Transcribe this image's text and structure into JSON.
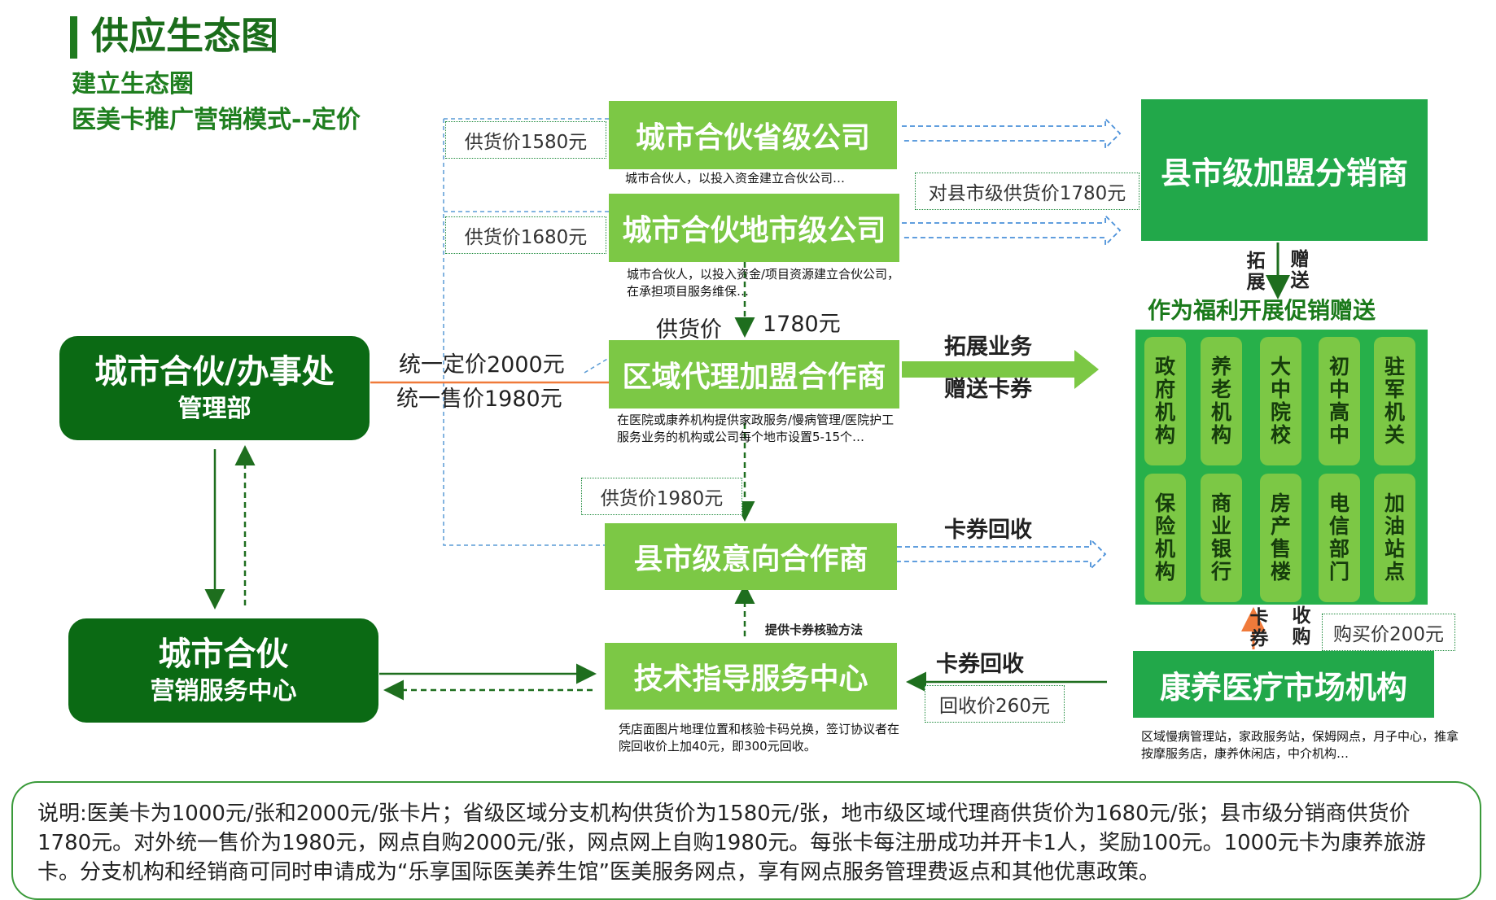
{
  "header": {
    "title": "供应生态图",
    "subtitle_1": "建立生态圈",
    "subtitle_2": "医美卡推广营销模式--定价"
  },
  "nodes": {
    "office": {
      "main": "城市合伙/办事处",
      "sub": "管理部"
    },
    "marketing_center": {
      "main": "城市合伙",
      "sub": "营销服务中心"
    },
    "provincial": {
      "label": "城市合伙省级公司",
      "note": "城市合伙人，以投入资金建立合伙公司…"
    },
    "municipal": {
      "label": "城市合伙地市级公司",
      "note": "城市合伙人，以投入资金/项目资源建立合伙公司，在承担项目服务维保…"
    },
    "regional_agent": {
      "label": "区域代理加盟合作商",
      "note": "在医院或康养机构提供家政服务/慢病管理/医院护工服务业务的机构或公司每个地市设置5-15个…"
    },
    "county_partner": {
      "label": "县市级意向合作商"
    },
    "tech_center": {
      "label": "技术指导服务中心",
      "note": "凭店面图片地理位置和核验卡码兑换，签订协议者在院回收价上加40元，即300元回收。"
    },
    "county_distributor": {
      "label": "县市级加盟分销商"
    },
    "health_market": {
      "label": "康养医疗市场机构",
      "note": "区域慢病管理站，家政服务站，保姆网点，月子中心，推拿按摩服务店，康养休闲店，中介机构…"
    }
  },
  "prices": {
    "p1580": "供货价1580元",
    "p1680": "供货价1680元",
    "p1780_county": "对县市级供货价1780元",
    "p1980": "供货价1980元",
    "buy200": "购买价200元",
    "recycle260": "回收价260元"
  },
  "labels": {
    "unified_price": "统一定价2000元",
    "unified_sale": "统一售价1980元",
    "supply_price_word": "供货价",
    "supply_price_value": "1780元",
    "expand_business": "拓展业务",
    "give_coupons": "赠送卡券",
    "coupon_recycle_1": "卡券回收",
    "coupon_recycle_2": "卡券回收",
    "verify_method": "提供卡券核验方法",
    "expand_vertical": "拓展",
    "give_vertical": "赠送",
    "card_vertical": "卡券",
    "recover_vertical": "收购"
  },
  "institutions": {
    "title": "作为福利开展促销赠送",
    "items": [
      "政府机构",
      "养老机构",
      "大中院校",
      "初中高中",
      "驻军机关",
      "保险机构",
      "商业银行",
      "房产售楼",
      "电信部门",
      "加油站点"
    ]
  },
  "description": "说明:医美卡为1000元/张和2000元/张卡片；省级区域分支机构供货价为1580元/张，地市级区域代理商供货价为1680元/张；县市级分销商供货价1780元。对外统一售价为1980元，网点自购2000元/张，网点网上自购1980元。每张卡每注册成功并开卡1人，奖励100元。1000元卡为康养旅游卡。分支机构和经销商可同时申请成为“乐享国际医美养生馆”医美服务网点，享有网点服务管理费返点和其他优惠政策。",
  "colors": {
    "dark_green": "#0b6a14",
    "light_green": "#7cc845",
    "bright_green": "#22a84a",
    "title_green": "#1b6d1b",
    "orange": "#f07a3a",
    "dashed_blue": "#4a90d9"
  }
}
